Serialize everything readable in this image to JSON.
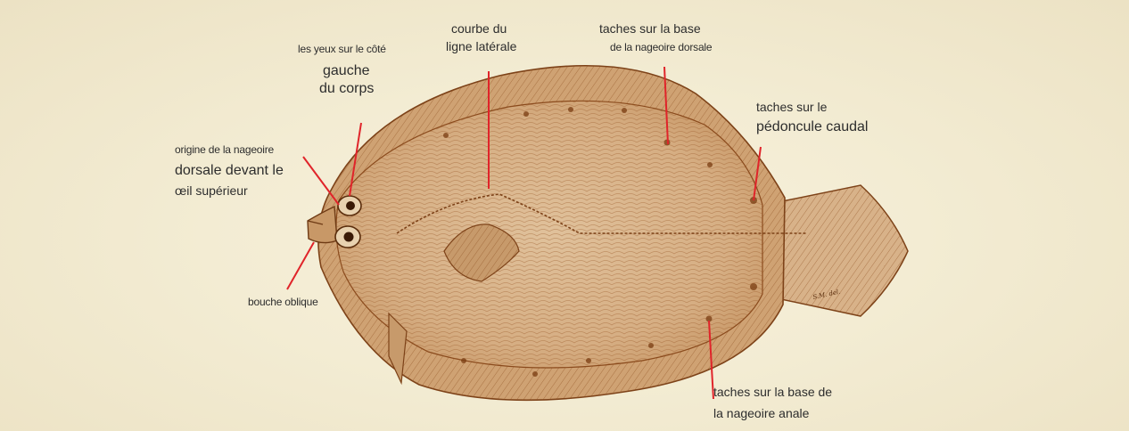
{
  "labels": {
    "eyes_line1": "les yeux sur le côté",
    "eyes_line2": "gauche",
    "eyes_line3": "du corps",
    "origin_line1": "origine de la nageoire",
    "origin_line2": "dorsale devant le",
    "origin_line3": "œil supérieur",
    "mouth": "bouche oblique",
    "lateral_line1": "courbe du",
    "lateral_line2": "ligne latérale",
    "dorsal_spots_line1": "taches sur la base",
    "dorsal_spots_line2": "de la nageoire dorsale",
    "caudal_spots_line1": "taches sur le",
    "caudal_spots_line2": "pédoncule caudal",
    "anal_spots_line1": "taches sur la base de",
    "anal_spots_line2": "la nageoire anale"
  },
  "colors": {
    "background": "#f3ecd3",
    "fish_body": "#d9b48a",
    "fish_stipple": "#8a4a1c",
    "leader_lines": "#e0242a",
    "text": "#2d2d2d"
  }
}
